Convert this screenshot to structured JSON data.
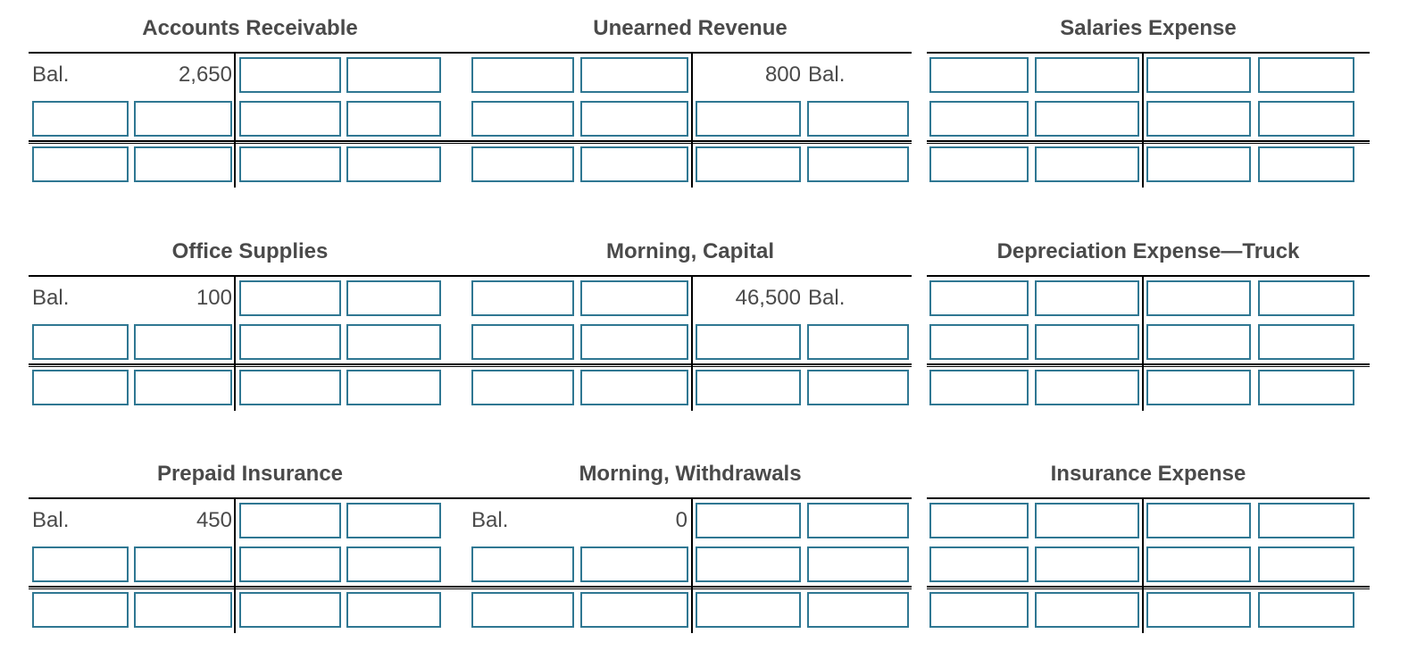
{
  "accounts": [
    {
      "id": "accounts-receivable",
      "title": "Accounts Receivable",
      "row1": {
        "c1": "Bal.",
        "c2": "2,650",
        "c3": "",
        "c4": ""
      }
    },
    {
      "id": "unearned-revenue",
      "title": "Unearned Revenue",
      "row1": {
        "c1": "",
        "c2": "",
        "c3": "800",
        "c4": "Bal."
      }
    },
    {
      "id": "salaries-expense",
      "title": "Salaries Expense",
      "row1": {
        "c1": "",
        "c2": "",
        "c3": "",
        "c4": ""
      }
    },
    {
      "id": "office-supplies",
      "title": "Office Supplies",
      "row1": {
        "c1": "Bal.",
        "c2": "100",
        "c3": "",
        "c4": ""
      }
    },
    {
      "id": "morning-capital",
      "title": "Morning, Capital",
      "row1": {
        "c1": "",
        "c2": "",
        "c3": "46,500",
        "c4": "Bal."
      }
    },
    {
      "id": "depreciation-expense-truck",
      "title": "Depreciation Expense—Truck",
      "row1": {
        "c1": "",
        "c2": "",
        "c3": "",
        "c4": ""
      }
    },
    {
      "id": "prepaid-insurance",
      "title": "Prepaid Insurance",
      "row1": {
        "c1": "Bal.",
        "c2": "450",
        "c3": "",
        "c4": ""
      }
    },
    {
      "id": "morning-withdrawals",
      "title": "Morning, Withdrawals",
      "row1": {
        "c1": "Bal.",
        "c2": "0",
        "c3": "",
        "c4": ""
      }
    },
    {
      "id": "insurance-expense",
      "title": "Insurance Expense",
      "row1": {
        "c1": "",
        "c2": "",
        "c3": "",
        "c4": ""
      }
    }
  ]
}
